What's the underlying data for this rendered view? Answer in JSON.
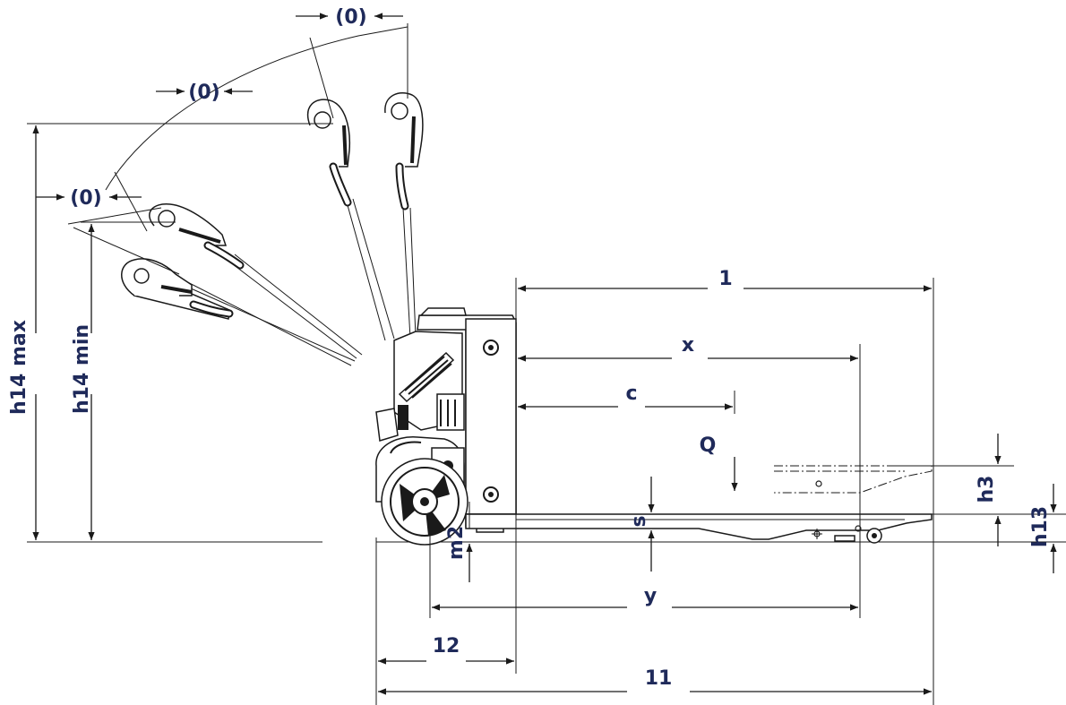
{
  "labels": {
    "angle_top": "(0)",
    "angle_upper": "(0)",
    "angle_lower": "(0)",
    "h14_max": "h14 max",
    "h14_min": "h14 min",
    "dim_1": "1",
    "dim_x": "x",
    "dim_c": "c",
    "load_q": "Q",
    "dim_h3": "h3",
    "dim_h13": "h13",
    "dim_s": "s",
    "dim_m2": "m2",
    "dim_y": "y",
    "dim_12": "12",
    "dim_11": "11"
  },
  "colors": {
    "label": "#1f2a5a",
    "line": "#1a1a1a"
  }
}
